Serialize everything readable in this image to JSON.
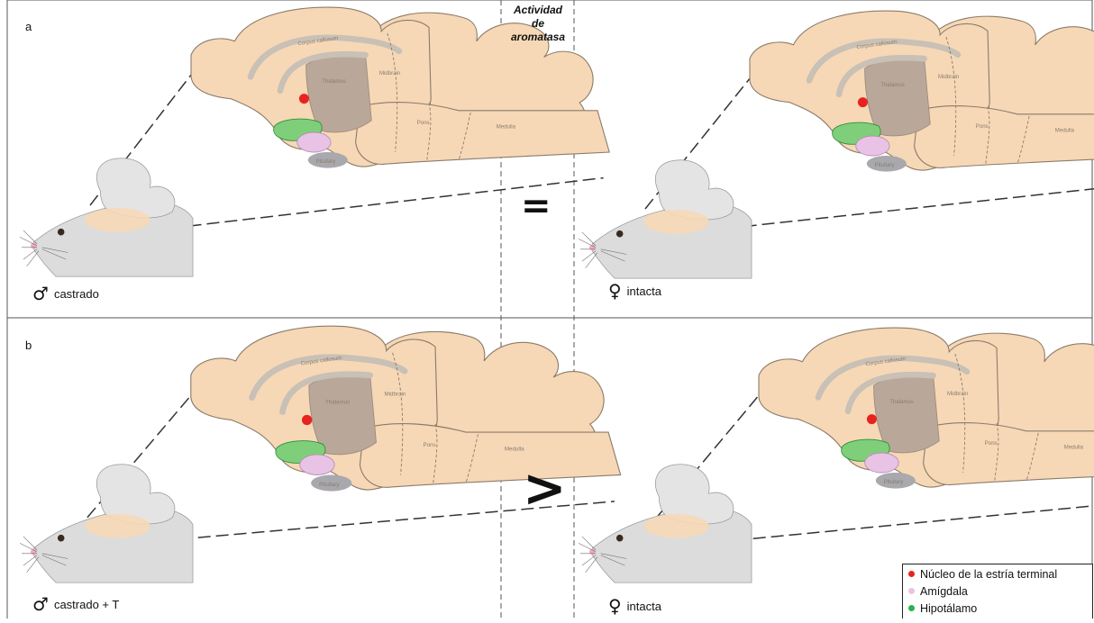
{
  "header": {
    "line1": "Actividad",
    "line2": "de",
    "line3": "aromatasa"
  },
  "panels": [
    {
      "letter": "a",
      "left_symbol": "♂",
      "left_caption": "castrado",
      "comparison": "=",
      "right_symbol": "♀",
      "right_caption": "intacta"
    },
    {
      "letter": "b",
      "left_symbol": "♂",
      "left_caption": "castrado + T",
      "comparison": ">",
      "right_symbol": "♀",
      "right_caption": "intacta"
    }
  ],
  "brain_labels": {
    "corpus": "Corpus callosum",
    "thalamus": "Thalamus",
    "midbrain": "Midbrain",
    "pons": "Pons",
    "medulla": "Medulla",
    "pituitary": "Pituitary"
  },
  "legend": {
    "items": [
      {
        "label": "Núcleo de la estría terminal",
        "color": "#e8231f"
      },
      {
        "label": "Amígdala",
        "color": "#e9c3e6"
      },
      {
        "label": "Hipotálamo",
        "color": "#2bb24c"
      }
    ]
  },
  "colors": {
    "brain_fill": "#f6d8b6",
    "brain_stroke": "#8c7b6a",
    "thalamus_fill": "#b9a89a",
    "mouse_body": "#dcdcdc",
    "nucleus": "#e8231f",
    "amygdala": "#e9c3e6",
    "hypothalamus": "#7fcf7a",
    "pituitary": "#a8a8ad"
  }
}
